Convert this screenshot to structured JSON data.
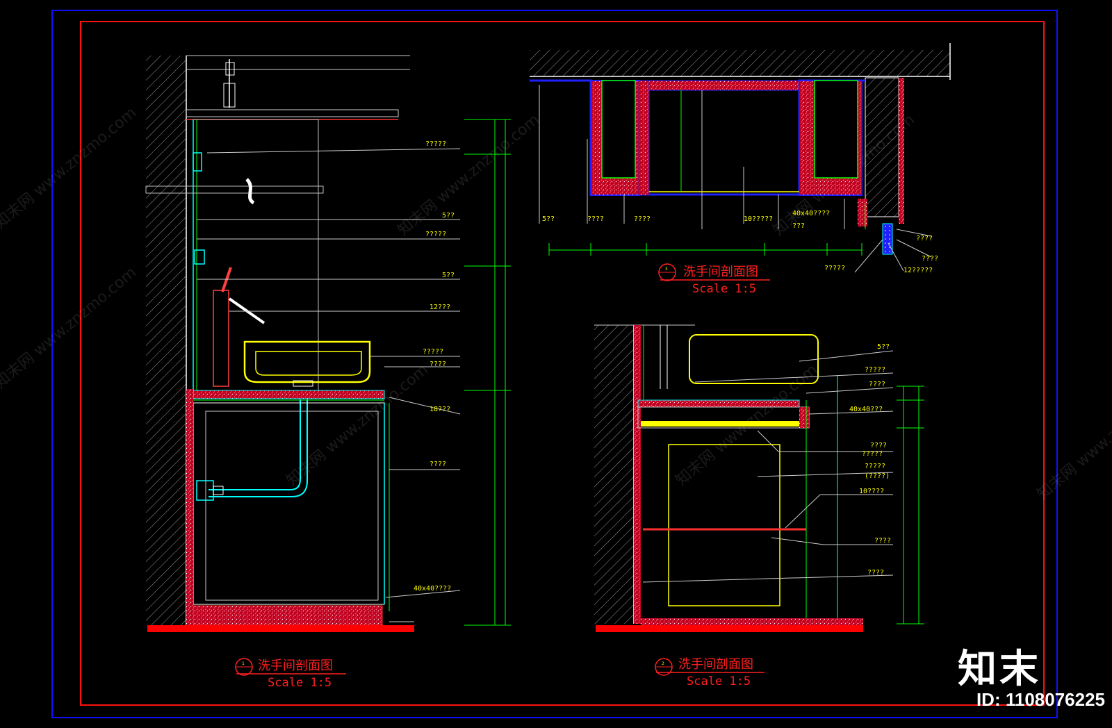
{
  "colors": {
    "background": "#000000",
    "outer_frame": "#1010ff",
    "inner_frame": "#ff1010",
    "annotation": "#ffff00",
    "title": "#ff2020"
  },
  "drawings": [
    {
      "title": "洗手间剖面图",
      "scale": "Scale 1:5",
      "badge": "1",
      "labels": [
        "?????",
        "5??",
        "?????",
        "5??",
        "12???",
        "?????",
        "????",
        "18???",
        "????",
        "40x40????"
      ]
    },
    {
      "title": "洗手间剖面图",
      "scale": "Scale 1:5",
      "badge": "3",
      "labels": [
        "5??",
        "????",
        "????",
        "10?????",
        "40x40????",
        "???",
        "????",
        "????",
        "12?????",
        "?????"
      ]
    },
    {
      "title": "洗手间剖面图",
      "scale": "Scale 1:5",
      "badge": "2",
      "labels": [
        "5??",
        "?????",
        "????",
        "40x40???",
        "????",
        "?????",
        "?????",
        "(????)",
        "10????",
        "????",
        "????"
      ]
    }
  ],
  "watermark": "知末网 www.znzmo.com",
  "brand": "知末",
  "image_id": "ID: 1108076225"
}
